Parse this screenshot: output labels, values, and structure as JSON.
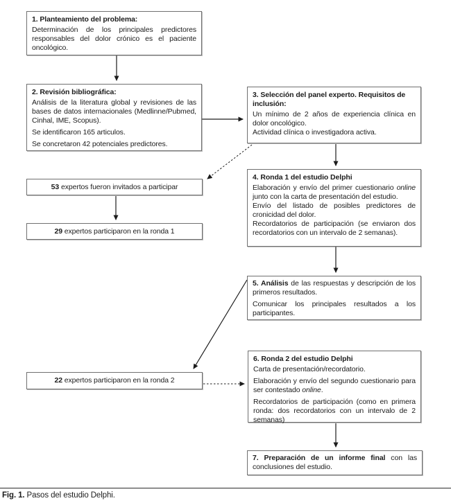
{
  "figure": {
    "caption_label": "Fig. 1.",
    "caption_text": "Pasos del estudio Delphi."
  },
  "colors": {
    "box_border": "#6f6f6f",
    "text": "#1c1c1c",
    "arrow": "#1c1c1c",
    "background": "#ffffff"
  },
  "steps": {
    "s1": {
      "title": "1. Planteamiento del problema:",
      "p1": "Determinación de los principales predictores responsables del dolor crónico es el paciente oncológico."
    },
    "s2": {
      "title": "2. Revisión bibliográfica:",
      "p1": "Análisis de la literatura global y revisiones de las bases de datos internacionales (Medlinne/Pubmed, Cinhal, IME, Scopus).",
      "p2": "Se identificaron 165 articulos.",
      "p3": "Se concretaron 42 potenciales predictores."
    },
    "s3": {
      "title": "3. Selección del panel experto. Requisitos de inclusión:",
      "p1": "Un mínimo de 2 años de experiencia clínica en dolor oncológico.",
      "p2": "Actividad clínica o investigadora activa."
    },
    "s4": {
      "title": "4. Ronda 1 del estudio Delphi",
      "p1_pre": "Elaboración y envío del primer cuestionario ",
      "p1_italic": "online",
      "p1_post": " junto con la carta de presentación del estudio.",
      "p2": "Envío del listado de posibles predictores de cronicidad del dolor.",
      "p3": "Recordatorios de participación (se enviaron dos recordatorios con un intervalo de 2 semanas)."
    },
    "s5": {
      "title_bold": "5. Análisis",
      "title_rest": " de las respuestas y descripción de los primeros resultados.",
      "p2": "Comunicar los principales resultados a los participantes."
    },
    "s6": {
      "title": "6. Ronda 2 del estudio Delphi",
      "p1": "Carta de presentación/recordatorio.",
      "p2_pre": "Elaboración y envío del segundo cuestionario para ser contestado ",
      "p2_italic": "online",
      "p2_post": ".",
      "p3": "Recordatorios de participación (como en primera ronda: dos recordatorios con un intervalo de 2 semanas)"
    },
    "s7": {
      "bold": "7. Preparación de un informe final",
      "rest": " con las conclusiones del estudio."
    }
  },
  "participants": {
    "invited": {
      "count": "53",
      "label": " expertos fueron invitados a participar"
    },
    "round1": {
      "count": "29",
      "label": " expertos participaron en la ronda 1"
    },
    "round2": {
      "count": "22",
      "label": " expertos participaron en la ronda 2"
    }
  }
}
